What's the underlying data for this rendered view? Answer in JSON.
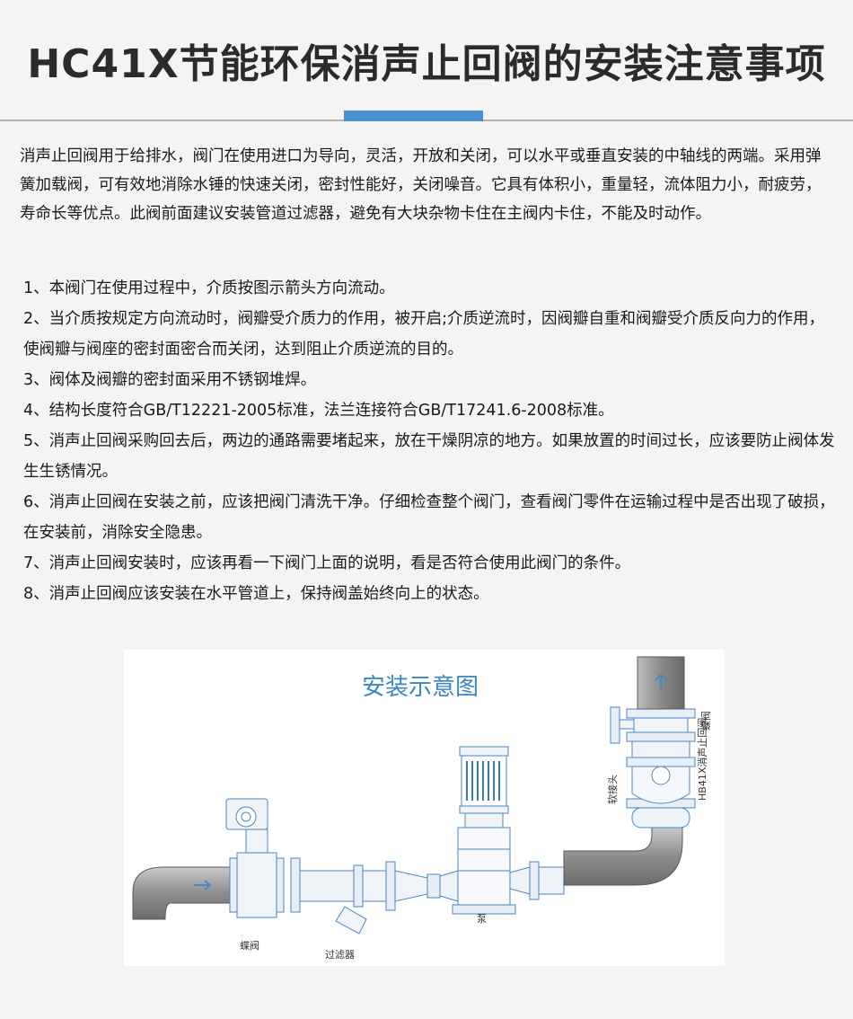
{
  "page": {
    "title": "HC41X节能环保消声止回阀的安装注意事项",
    "intro": "消声止回阀用于给排水，阀门在使用进口为导向，灵活，开放和关闭，可以水平或垂直安装的中轴线的两端。采用弹簧加载阀，可有效地消除水锤的快速关闭，密封性能好，关闭噪音。它具有体积小，重量轻，流体阻力小，耐疲劳，寿命长等优点。此阀前面建议安装管道过滤器，避免有大块杂物卡住在主阀内卡住，不能及时动作。",
    "items": [
      "1、本阀门在使用过程中，介质按图示箭头方向流动。",
      "2、当介质按规定方向流动时，阀瓣受介质力的作用，被开启;介质逆流时，因阀瓣自重和阀瓣受介质反向力的作用， 使阀瓣与阀座的密封面密合而关闭，达到阻止介质逆流的目的。",
      "3、阀体及阀瓣的密封面采用不锈钢堆焊。",
      "4、结构长度符合GB/T12221-2005标准，法兰连接符合GB/T17241.6-2008标准。",
      "5、消声止回阀采购回去后，两边的通路需要堵起来，放在干燥阴凉的地方。如果放置的时间过长，应该要防止阀体发生生锈情况。",
      "6、消声止回阀在安装之前，应该把阀门清洗干净。仔细检查整个阀门，查看阀门零件在运输过程中是否出现了破损，在安装前，消除安全隐患。",
      "7、消声止回阀安装时，应该再看一下阀门上面的说明，看是否符合使用此阀门的条件。",
      "8、消声止回阀应该安装在水平管道上，保持阀盖始终向上的状态。"
    ]
  },
  "diagram": {
    "title": "安装示意图",
    "labels": {
      "butterfly_left": "蝶阀",
      "filter": "过滤器",
      "pump": "泵",
      "soft_joint": "软接头",
      "check_valve": "HB41X消声止回阀",
      "butterfly_top": "蝶阀"
    }
  },
  "colors": {
    "accent": "#4a8fd0",
    "diagram_title": "#3b86c4",
    "pipe": "#8a8a8a",
    "line_blue": "#4a86c0"
  }
}
